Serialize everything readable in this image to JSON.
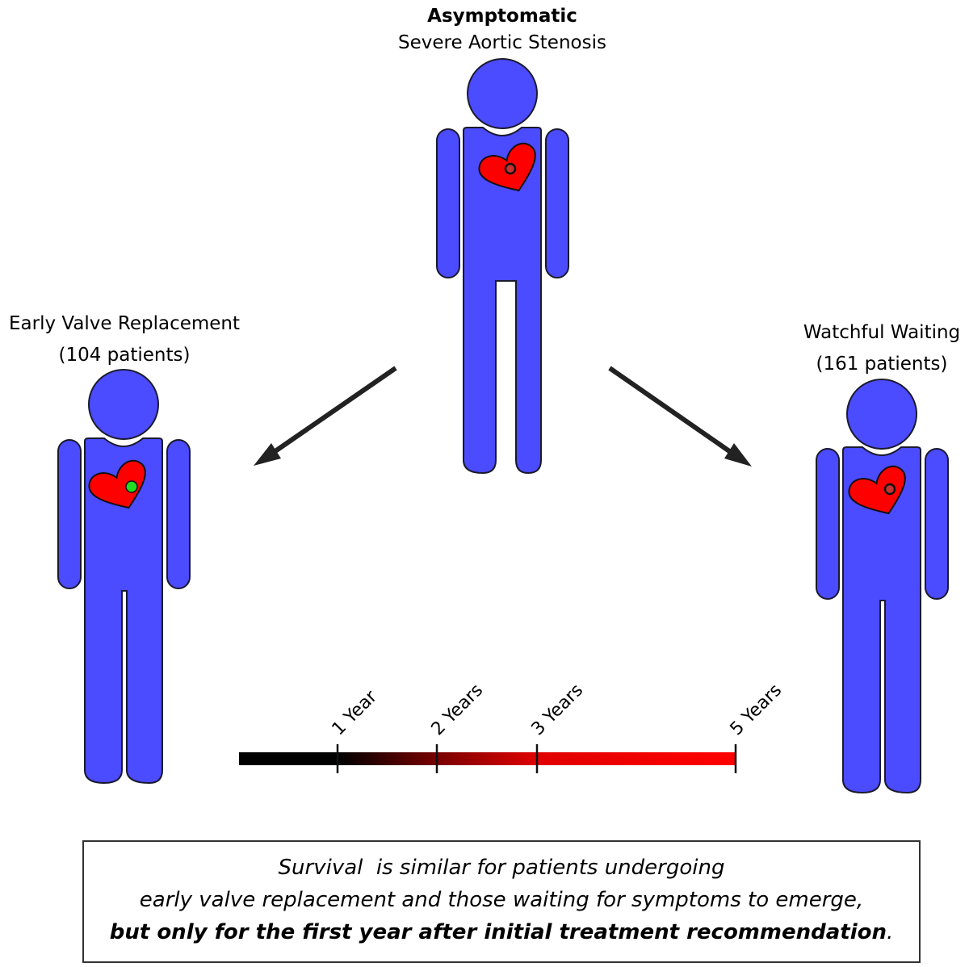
{
  "title": {
    "line1": "Asymptomatic",
    "line2": "Severe Aortic Stenosis"
  },
  "groups": [
    {
      "label": "Early Valve Replacement",
      "count": "(104 patients)",
      "valve_state": "replaced",
      "valve_color": "#22dd22"
    },
    {
      "label": "Watchful Waiting",
      "count": "(161 patients)",
      "valve_state": "stenotic",
      "valve_color": "#c83232"
    }
  ],
  "timeline": {
    "ticks": [
      "1 Year",
      "2 Years",
      "3 Years",
      "5 Years"
    ],
    "start_color": "#000000",
    "end_color": "#ff0000"
  },
  "summary": {
    "line1": "Survival  is similar for patients undergoing",
    "line2": "early valve replacement and those waiting for symptoms to emerge,",
    "line3": "but only for the first year after initial treatment recommendation",
    "line3_end": "."
  },
  "colors": {
    "figure": "#4b4bff",
    "heart": "#ff0000",
    "outline": "#1a1a2e"
  }
}
